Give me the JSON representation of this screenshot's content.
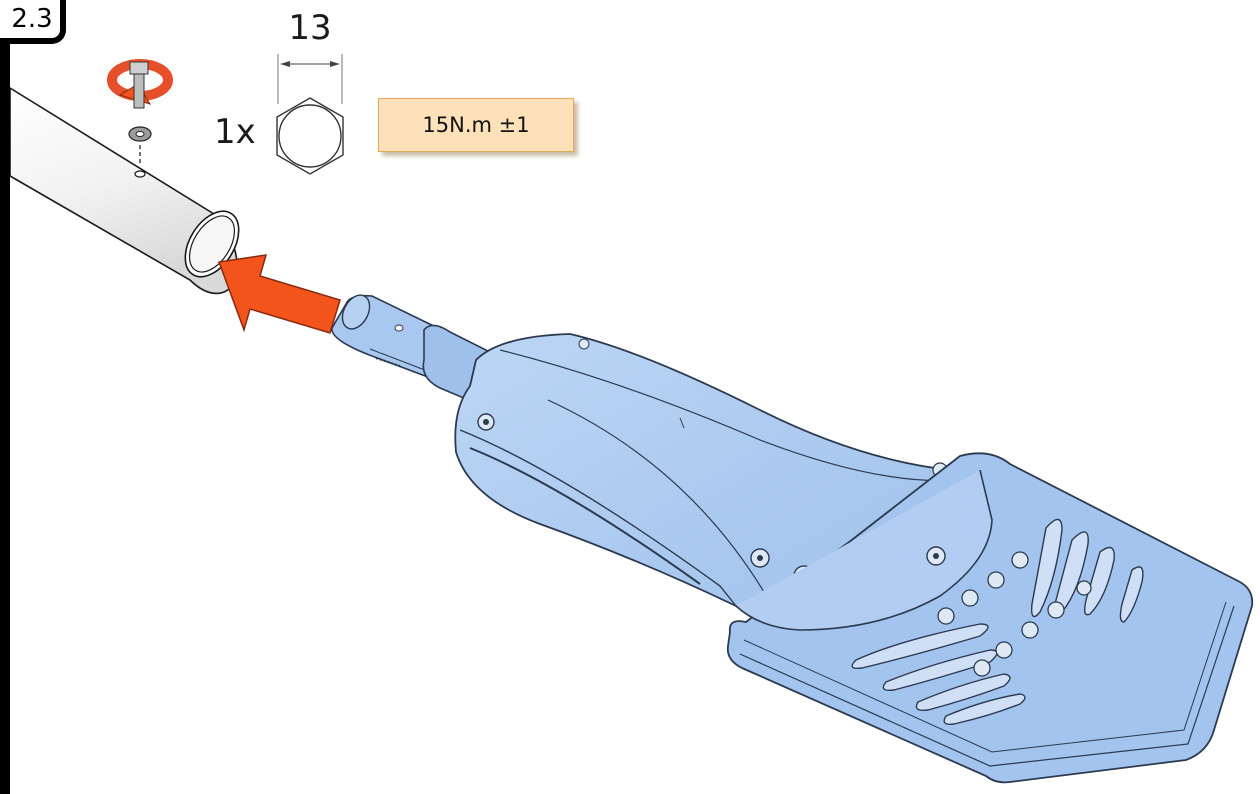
{
  "step_label": "2.3",
  "hex_size": "13",
  "quantity": "1x",
  "torque": "15N.m ±1",
  "colors": {
    "part_fill": "#a9c8ef",
    "part_stroke": "#2b3a4f",
    "arrow": "#f2541b",
    "torque_box_fill": "#fde1b8",
    "torque_box_border": "#e3a85c"
  },
  "icons": [
    "rotation-arrow-icon",
    "bolt-icon",
    "washer-icon",
    "hex-socket-icon",
    "insert-arrow-icon"
  ]
}
